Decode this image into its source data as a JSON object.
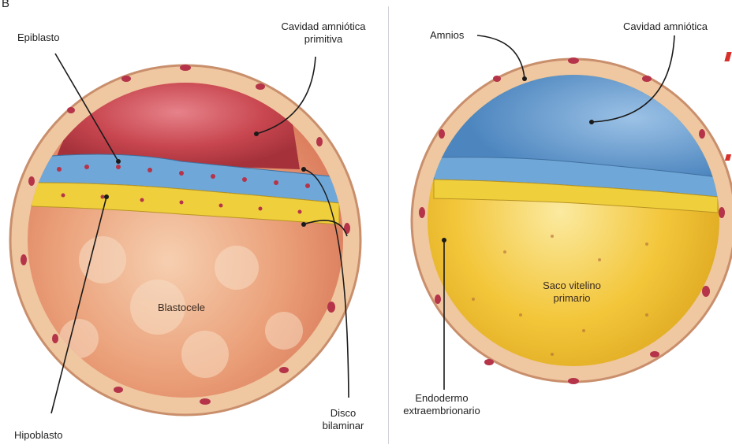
{
  "panel_letter": "B",
  "left_diagram": {
    "labels": {
      "epiblasto": "Epiblasto",
      "cavidad_line1": "Cavidad amniótica",
      "cavidad_line2": "primitiva",
      "blastocele": "Blastocele",
      "hipoblasto": "Hipoblasto",
      "disco_line1": "Disco",
      "disco_line2": "bilaminar"
    }
  },
  "right_diagram": {
    "labels": {
      "amnios": "Amnios",
      "cavidad": "Cavidad amniótica",
      "saco_line1": "Saco vitelino",
      "saco_line2": "primario",
      "endodermo_line1": "Endodermo",
      "endodermo_line2": "extraembrionario"
    }
  },
  "colors": {
    "trophoblast": "#efc7a0",
    "trophoblast_edge": "#c98f6d",
    "nucleus": "#b5344a",
    "epiblast": "#6fa8d8",
    "hypoblast": "#f0cf3c",
    "amniotic_cavity": "#c84a52",
    "blastocele": "#e9a07a",
    "yolk_sac": "#f3c63a",
    "amnion_blue": "#5e93c6"
  }
}
